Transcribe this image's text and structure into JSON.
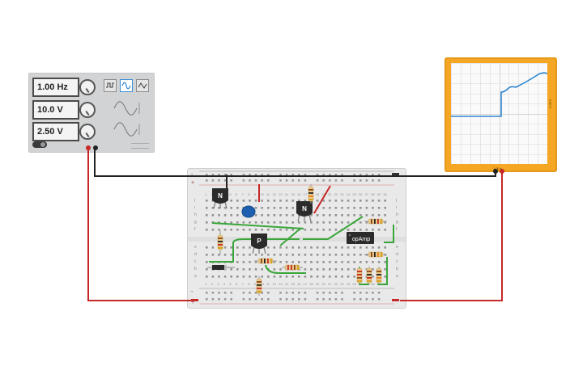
{
  "function_generator": {
    "frequency": "1.00 Hz",
    "amplitude": "10.0 V",
    "dc_offset": "2.50 V",
    "waveforms": [
      {
        "name": "square-wave-icon",
        "selected": false
      },
      {
        "name": "sine-wave-icon",
        "selected": true
      },
      {
        "name": "triangle-wave-icon",
        "selected": false
      }
    ],
    "output_terminal_colors": {
      "positive": "#c62828",
      "negative": "#222222"
    }
  },
  "oscilloscope": {
    "voltage_div": "2.00 V",
    "time_div": "1.00 s",
    "accent_color": "#f5a623",
    "trace_color": "#2f86d1"
  },
  "breadboard": {
    "row_letters_top": [
      "j",
      "i",
      "h",
      "g",
      "f"
    ],
    "row_letters_bottom": [
      "e",
      "d",
      "c",
      "b",
      "a"
    ],
    "column_numbers": [
      "1",
      "2",
      "3",
      "4",
      "5",
      "6",
      "7",
      "8",
      "9",
      "10",
      "11",
      "12",
      "13",
      "14",
      "15",
      "16",
      "17",
      "18",
      "19",
      "20",
      "21",
      "22",
      "23",
      "24",
      "25",
      "26",
      "27",
      "28",
      "29",
      "30"
    ],
    "rail_positive": "+",
    "rail_negative": "-"
  },
  "components": {
    "transistor_1": "N",
    "transistor_2": "N",
    "transistor_3": "P",
    "opamp": "opAmp"
  },
  "wire_colors": {
    "signal": "#c62828",
    "ground": "#222222",
    "jumper": "#3aa63a"
  }
}
